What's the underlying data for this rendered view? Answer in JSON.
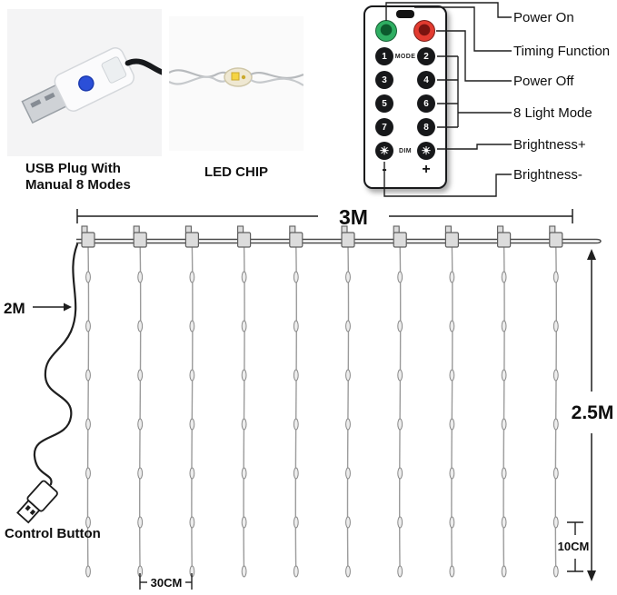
{
  "products": {
    "usb_caption_line1": "USB Plug With",
    "usb_caption_line2": "Manual 8 Modes",
    "led_caption": "LED CHIP"
  },
  "remote": {
    "buttons": [
      "1",
      "2",
      "3",
      "4",
      "5",
      "6",
      "7",
      "8"
    ],
    "mode_label": "MODE",
    "dim_label": "DIM",
    "dim_icon": "☀",
    "minus": "-",
    "plus": "+",
    "callouts": [
      "Power On",
      "Timing Function",
      "Power Off",
      "8 Light Mode",
      "Brightness+",
      "Brightness-"
    ]
  },
  "diagram": {
    "width_label": "3M",
    "cable_length_label": "2M",
    "drop_length_label": "2.5M",
    "bead_spacing_label": "10CM",
    "string_spacing_label": "30CM",
    "control_button_label": "Control Button"
  },
  "colors": {
    "power_on_green": "#2fae62",
    "power_off_red": "#e23b30",
    "usb_button_blue": "#2b4fd8"
  }
}
